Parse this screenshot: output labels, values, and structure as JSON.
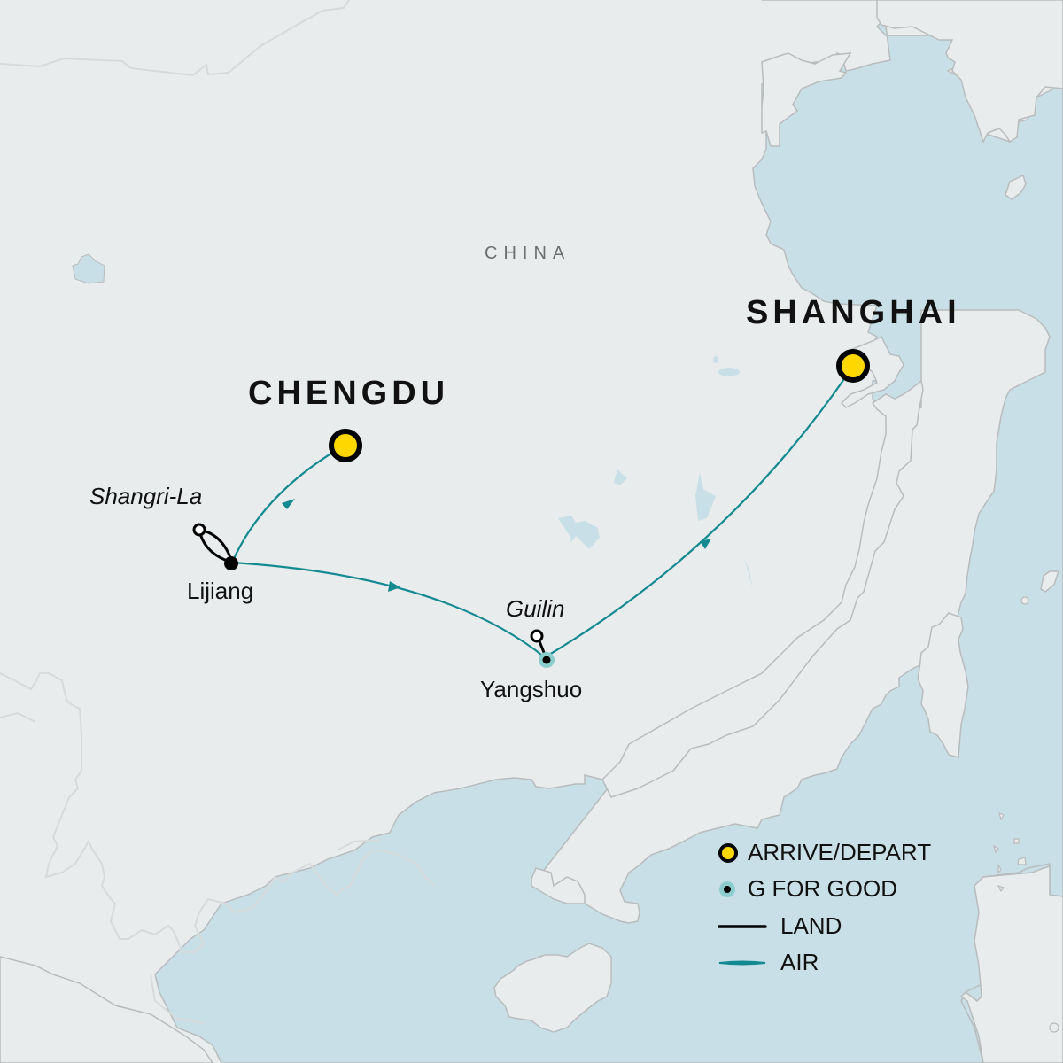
{
  "map": {
    "country_label": "CHINA",
    "colors": {
      "land": "#e8eced",
      "water": "#c9dfe7",
      "border": "#d5d8d9",
      "coast": "#b8bcbd",
      "air_route": "#138a91",
      "land_route": "#000000",
      "arrive_fill": "#ffd700",
      "g_for_good_ring": "#8ccdcd"
    },
    "places": [
      {
        "name": "CHENGDU",
        "type": "arrive-depart"
      },
      {
        "name": "SHANGHAI",
        "type": "arrive-depart"
      },
      {
        "name": "Shangri-La",
        "type": "excursion"
      },
      {
        "name": "Lijiang",
        "type": "stop"
      },
      {
        "name": "Guilin",
        "type": "excursion"
      },
      {
        "name": "Yangshuo",
        "type": "g-for-good"
      }
    ],
    "routes": [
      {
        "from": "CHENGDU",
        "to": "Lijiang",
        "mode": "AIR"
      },
      {
        "from": "Lijiang",
        "to": "Shangri-La",
        "mode": "LAND"
      },
      {
        "from": "Lijiang",
        "to": "Yangshuo",
        "mode": "AIR"
      },
      {
        "from": "Yangshuo",
        "to": "Guilin",
        "mode": "LAND"
      },
      {
        "from": "Yangshuo",
        "to": "SHANGHAI",
        "mode": "AIR"
      }
    ]
  },
  "legend": {
    "items": [
      {
        "label": "ARRIVE/DEPART",
        "icon": "yellow-ring-dot-icon"
      },
      {
        "label": "G FOR GOOD",
        "icon": "teal-ring-dot-icon"
      },
      {
        "label": "LAND",
        "icon": "black-line-icon"
      },
      {
        "label": "AIR",
        "icon": "teal-line-icon"
      }
    ]
  }
}
